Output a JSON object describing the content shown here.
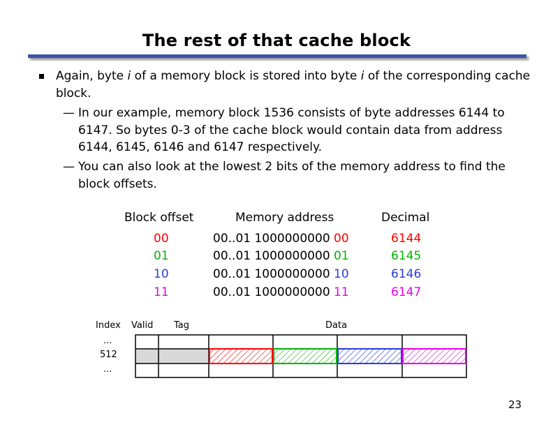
{
  "title": "The rest of that cache block",
  "bullet": {
    "pre": "Again, byte ",
    "i1": "i",
    "mid": " of a memory block is stored into byte ",
    "i2": "i",
    "post": " of the corresponding cache block."
  },
  "sub1": "In our example, memory block 1536 consists of byte addresses 6144 to 6147. So bytes 0-3 of the cache block would contain data from address 6144, 6145, 6146 and 6147 respectively.",
  "sub2": "You can also look at the lowest 2 bits of the memory address to find the block offsets.",
  "dash": "—",
  "table": {
    "headers": {
      "offset": "Block offset",
      "memory": "Memory address",
      "decimal": "Decimal"
    },
    "prefix": "00..01 1000000000 ",
    "rows": [
      {
        "offset": "00",
        "suffix": "00",
        "decimal": "6144",
        "color": "#ff0000"
      },
      {
        "offset": "01",
        "suffix": "01",
        "decimal": "6145",
        "color": "#00b400"
      },
      {
        "offset": "10",
        "suffix": "10",
        "decimal": "6146",
        "color": "#2b3bd6"
      },
      {
        "offset": "11",
        "suffix": "11",
        "decimal": "6147",
        "color": "#e600e6"
      }
    ]
  },
  "cache": {
    "labels": {
      "index": "Index",
      "valid": "Valid",
      "tag": "Tag",
      "data": "Data"
    },
    "rows": [
      "...",
      "512",
      "..."
    ],
    "block_colors": [
      "#ff0000",
      "#00b400",
      "#2b3bd6",
      "#e600e6"
    ],
    "highlight_fill": "#d9d9d9"
  },
  "page_number": "23"
}
